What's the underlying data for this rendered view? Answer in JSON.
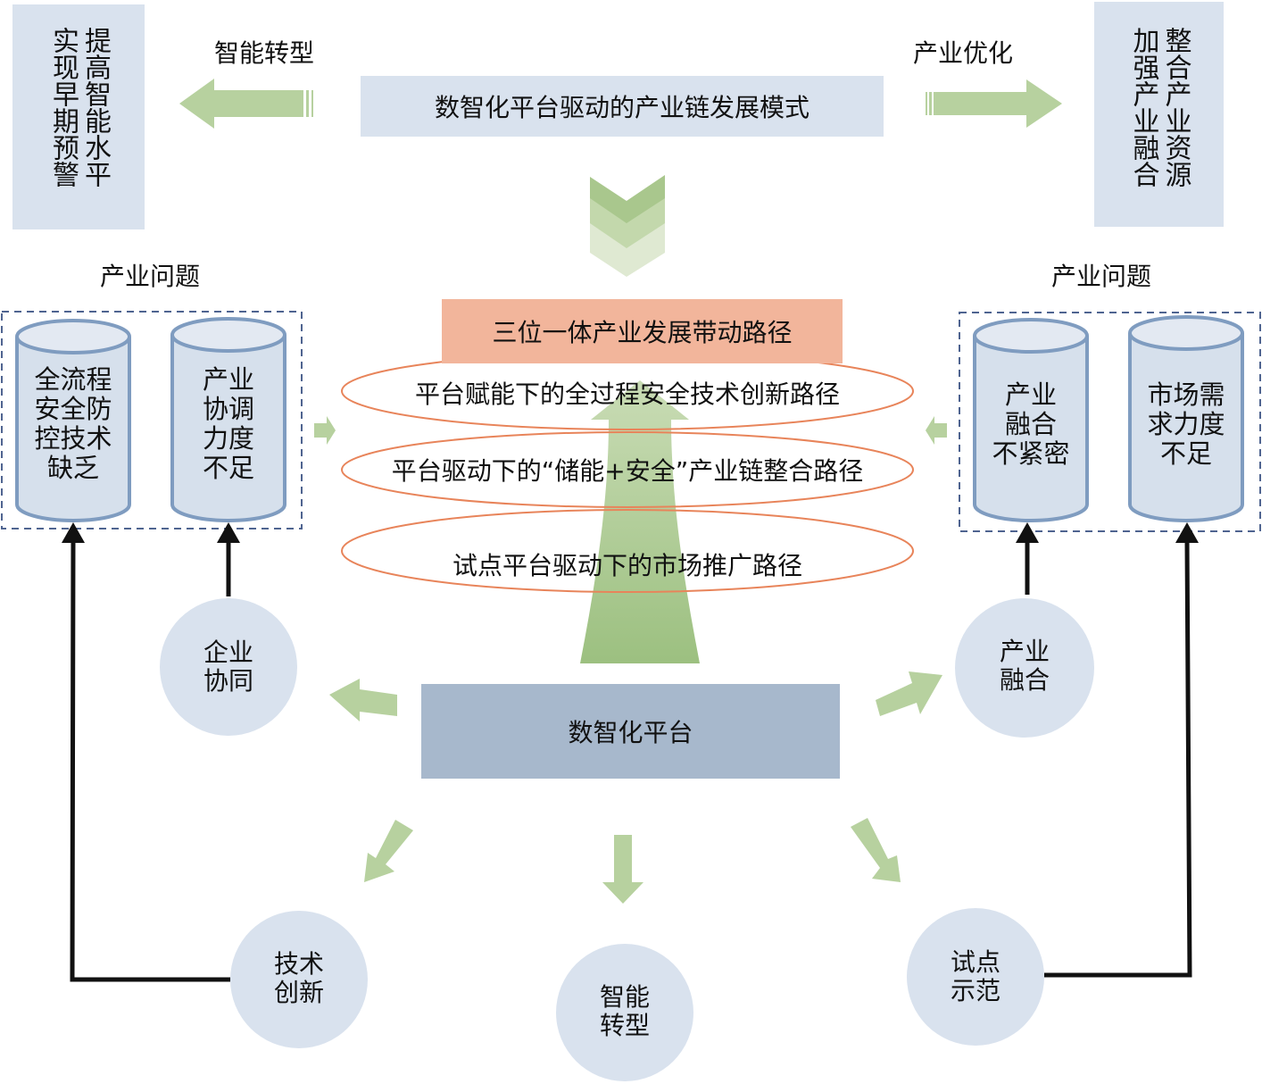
{
  "title": "数智化平台驱动的产业链发展模式",
  "top_left": {
    "arrow_label": "智能转型",
    "box_columns": [
      "提高智能水平",
      "实现早期预警"
    ]
  },
  "top_right": {
    "arrow_label": "产业优化",
    "box_columns": [
      "整合产业资源",
      "加强产业融合"
    ]
  },
  "left_problems": {
    "heading": "产业问题",
    "cylinders": [
      "全流程\n安全防\n控技术\n缺乏",
      "产业\n协调\n力度\n不足"
    ]
  },
  "right_problems": {
    "heading": "产业问题",
    "cylinders": [
      "产业\n融合\n不紧密",
      "市场需\n求力度\n不足"
    ]
  },
  "paths": {
    "header": "三位一体产业发展带动路径",
    "items": [
      "平台赋能下的全过程安全技术创新路径",
      "平台驱动下的“储能+安全”产业链整合路径",
      "试点平台驱动下的市场推广路径"
    ]
  },
  "platform": {
    "label": "数智化平台"
  },
  "outcomes": {
    "enterprise_synergy": "企业\n协同",
    "industry_integration": "产业\n融合",
    "tech_innovation": "技术\n创新",
    "smart_transformation": "智能\n转型",
    "pilot_demo": "试点\n示范"
  },
  "colors": {
    "box_fill": "#d9e2ee",
    "arrow_green": "#b7d19f",
    "header_salmon": "#f2b59b",
    "ellipse_stroke": "#e8845a",
    "platform_fill": "#a7b8cc",
    "cylinder_fill": "#d6e0ec",
    "cylinder_stroke": "#7f9cc0",
    "dashed_border": "#4f6490",
    "circle_fill": "#d9e2ee"
  }
}
